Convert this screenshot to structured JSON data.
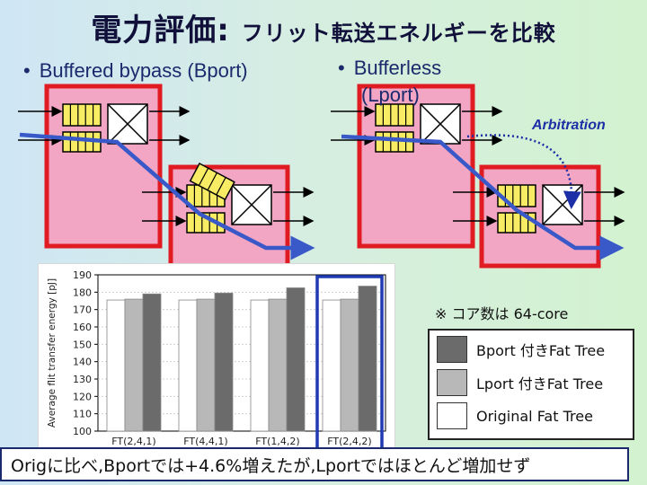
{
  "slide": {
    "title_main": "電力評価:",
    "title_sub": "フリット転送エネルギーを比較",
    "bullet_left": "Buffered bypass (Bport)",
    "bullet_right_line1": "Bufferless",
    "bullet_right_line2": "(Lport)",
    "bullet_marker": "•",
    "arbitration_label": "Arbitration",
    "note": "※ コア数は 64-core",
    "footer": "Origに比べ,Bportでは+4.6%増えたが,Lportではほとんど増加せず",
    "colors": {
      "router_fill": "#f2a6c4",
      "router_border": "#e11b22",
      "flit_path": "#3a59c9",
      "buffer_fill": "#f7ec63",
      "arbitration": "#1c2fa6",
      "highlight_box": "#1f3bb3"
    }
  },
  "legend": [
    {
      "label": "Bport 付きFat Tree",
      "color": "#6b6b6b"
    },
    {
      "label": "Lport 付きFat Tree",
      "color": "#b8b8b8"
    },
    {
      "label": "Original Fat Tree",
      "color": "#ffffff"
    }
  ],
  "chart_data": {
    "type": "bar",
    "title": "",
    "xlabel": "",
    "ylabel": "Average flit transfer energy [pJ]",
    "ylim": [
      100,
      190
    ],
    "yticks": [
      100,
      110,
      120,
      130,
      140,
      150,
      160,
      170,
      180,
      190
    ],
    "grid": true,
    "categories": [
      "FT(2,4,1)",
      "FT(4,4,1)",
      "FT(1,4,2)",
      "FT(2,4,2)"
    ],
    "highlighted_category": "FT(2,4,2)",
    "series": [
      {
        "name": "Original Fat Tree",
        "color": "#ffffff",
        "values": [
          175.5,
          175.5,
          175.5,
          175.5
        ]
      },
      {
        "name": "Lport 付きFat Tree",
        "color": "#b8b8b8",
        "values": [
          176,
          176,
          176,
          176
        ]
      },
      {
        "name": "Bport 付きFat Tree",
        "color": "#6b6b6b",
        "values": [
          179,
          179.5,
          182.5,
          183.5
        ]
      }
    ]
  }
}
